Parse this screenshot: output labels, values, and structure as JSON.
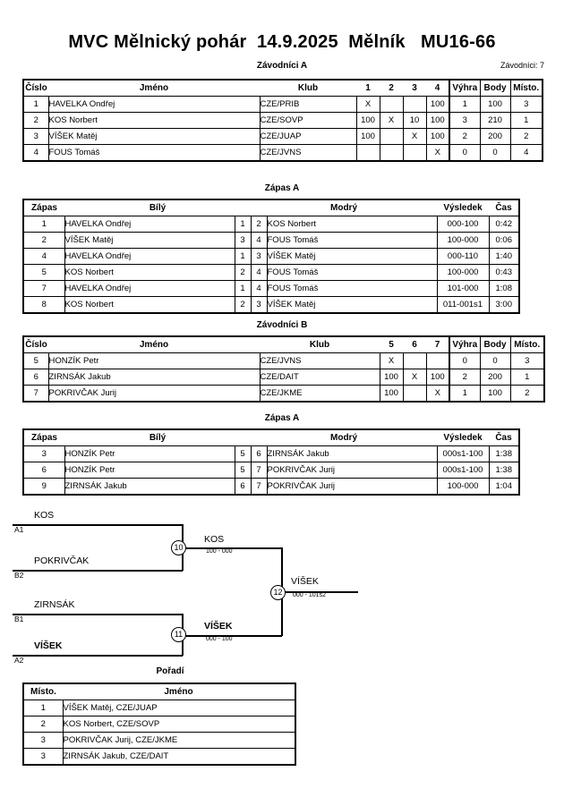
{
  "header": {
    "title": "MVC Mělnický pohár  14.9.2025  Mělník   MU16-66",
    "entrants_label": "Závodníci: 7"
  },
  "sections": {
    "group_a_caption": "Závodníci A",
    "matches_a_caption": "Zápas A",
    "group_b_caption": "Závodníci B",
    "matches_b_caption": "Zápas A",
    "standings_caption": "Pořadí"
  },
  "competitor_columns": {
    "number": "Číslo",
    "name": "Jméno",
    "club": "Klub",
    "wins": "Výhra",
    "points": "Body",
    "place": "Místo."
  },
  "group_a": {
    "opponent_headers": [
      "1",
      "2",
      "3",
      "4"
    ],
    "rows": [
      {
        "number": "1",
        "name": "HAVELKA Ondřej",
        "club": "CZE/PRIB",
        "grid": [
          "X",
          "",
          "",
          "100"
        ],
        "wins": "1",
        "points": "100",
        "place": "3"
      },
      {
        "number": "2",
        "name": "KOS Norbert",
        "club": "CZE/SOVP",
        "grid": [
          "100",
          "X",
          "10",
          "100"
        ],
        "wins": "3",
        "points": "210",
        "place": "1"
      },
      {
        "number": "3",
        "name": "VÍŠEK Matěj",
        "club": "CZE/JUAP",
        "grid": [
          "100",
          "",
          "X",
          "100"
        ],
        "wins": "2",
        "points": "200",
        "place": "2"
      },
      {
        "number": "4",
        "name": "FOUS Tomáš",
        "club": "CZE/JVNS",
        "grid": [
          "",
          "",
          "",
          "X"
        ],
        "wins": "0",
        "points": "0",
        "place": "4"
      }
    ]
  },
  "group_b": {
    "opponent_headers": [
      "5",
      "6",
      "7"
    ],
    "rows": [
      {
        "number": "5",
        "name": "HONZÍK Petr",
        "club": "CZE/JVNS",
        "grid": [
          "X",
          "",
          ""
        ],
        "wins": "0",
        "points": "0",
        "place": "3"
      },
      {
        "number": "6",
        "name": "ZIRNSÁK Jakub",
        "club": "CZE/DAIT",
        "grid": [
          "100",
          "X",
          "100"
        ],
        "wins": "2",
        "points": "200",
        "place": "1"
      },
      {
        "number": "7",
        "name": "POKRIVČAK Jurij",
        "club": "CZE/JKME",
        "grid": [
          "100",
          "",
          "X"
        ],
        "wins": "1",
        "points": "100",
        "place": "2"
      }
    ]
  },
  "match_columns": {
    "match": "Zápas",
    "white": "Bílý",
    "blue": "Modrý",
    "result": "Výsledek",
    "time": "Čas"
  },
  "matches_a": [
    {
      "match": "1",
      "white": "HAVELKA Ondřej",
      "white_no": "1",
      "blue_no": "2",
      "blue": "KOS Norbert",
      "result": "000-100",
      "time": "0:42",
      "winner": "blue"
    },
    {
      "match": "2",
      "white": "VÍŠEK Matěj",
      "white_no": "3",
      "blue_no": "4",
      "blue": "FOUS Tomáš",
      "result": "100-000",
      "time": "0:06",
      "winner": "white"
    },
    {
      "match": "4",
      "white": "HAVELKA Ondřej",
      "white_no": "1",
      "blue_no": "3",
      "blue": "VÍŠEK Matěj",
      "result": "000-110",
      "time": "1:40",
      "winner": "blue"
    },
    {
      "match": "5",
      "white": "KOS Norbert",
      "white_no": "2",
      "blue_no": "4",
      "blue": "FOUS Tomáš",
      "result": "100-000",
      "time": "0:43",
      "winner": "white"
    },
    {
      "match": "7",
      "white": "HAVELKA Ondřej",
      "white_no": "1",
      "blue_no": "4",
      "blue": "FOUS Tomáš",
      "result": "101-000",
      "time": "1:08",
      "winner": "white"
    },
    {
      "match": "8",
      "white": "KOS Norbert",
      "white_no": "2",
      "blue_no": "3",
      "blue": "VÍŠEK Matěj",
      "result": "011-001s1",
      "time": "3:00",
      "winner": "white"
    }
  ],
  "matches_b": [
    {
      "match": "3",
      "white": "HONZÍK Petr",
      "white_no": "5",
      "blue_no": "6",
      "blue": "ZIRNSÁK Jakub",
      "result": "000s1-100",
      "time": "1:38",
      "winner": "blue"
    },
    {
      "match": "6",
      "white": "HONZÍK Petr",
      "white_no": "5",
      "blue_no": "7",
      "blue": "POKRIVČAK Jurij",
      "result": "000s1-100",
      "time": "1:38",
      "winner": "blue"
    },
    {
      "match": "9",
      "white": "ZIRNSÁK Jakub",
      "white_no": "6",
      "blue_no": "7",
      "blue": "POKRIVČAK Jurij",
      "result": "100-000",
      "time": "1:04",
      "winner": "white"
    }
  ],
  "bracket": {
    "entries": [
      {
        "name": "KOS",
        "seed": "A1"
      },
      {
        "name": "POKRIVČAK",
        "seed": "B2"
      },
      {
        "name": "ZIRNSÁK",
        "seed": "B1"
      },
      {
        "name": "VÍŠEK",
        "seed": "A2"
      }
    ],
    "semifinal_top": {
      "number": "10",
      "winner": "KOS",
      "score": "100 - 000"
    },
    "semifinal_bottom": {
      "number": "11",
      "winner": "VÍŠEK",
      "score": "000 - 100"
    },
    "final": {
      "number": "12",
      "winner": "VÍŠEK",
      "score": "000 - 101s2"
    }
  },
  "standings_columns": {
    "place": "Místo.",
    "name": "Jméno"
  },
  "standings": [
    {
      "place": "1",
      "name": "VÍŠEK Matěj, CZE/JUAP"
    },
    {
      "place": "2",
      "name": "KOS Norbert, CZE/SOVP"
    },
    {
      "place": "3",
      "name": "POKRIVČAK Jurij, CZE/JKME"
    },
    {
      "place": "3",
      "name": "ZIRNSÁK Jakub, CZE/DAIT"
    }
  ]
}
